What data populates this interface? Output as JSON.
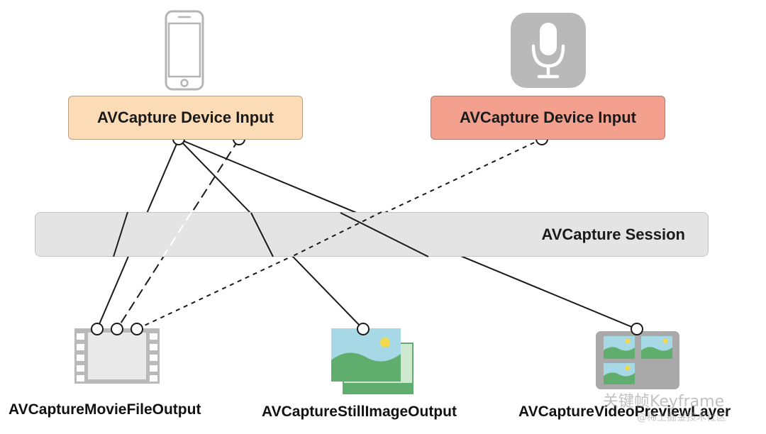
{
  "diagram": {
    "inputs": {
      "camera_label": "AVCapture Device Input",
      "microphone_label": "AVCapture Device Input"
    },
    "session_label": "AVCapture Session",
    "outputs": {
      "movie_file_label": "AVCaptureMovieFileOutput",
      "still_image_label": "AVCaptureStillImageOutput",
      "video_preview_label": "AVCaptureVideoPreviewLayer"
    },
    "icons": [
      "iphone-icon",
      "microphone-icon",
      "film-strip-icon",
      "picture-stack-icon",
      "preview-layer-icon"
    ],
    "colors": {
      "camera_input": "#fbdcb6",
      "microphone_input": "#f3a08f",
      "session": "#e4e4e4",
      "icon_gray": "#b9b9b9",
      "picture_sky": "#a6d8e6",
      "picture_land": "#5fae6e",
      "picture_sun": "#f2d94e"
    }
  },
  "watermark": {
    "title": "关键帧Keyframe",
    "subtitle": "@稀土掘金技术社区"
  }
}
